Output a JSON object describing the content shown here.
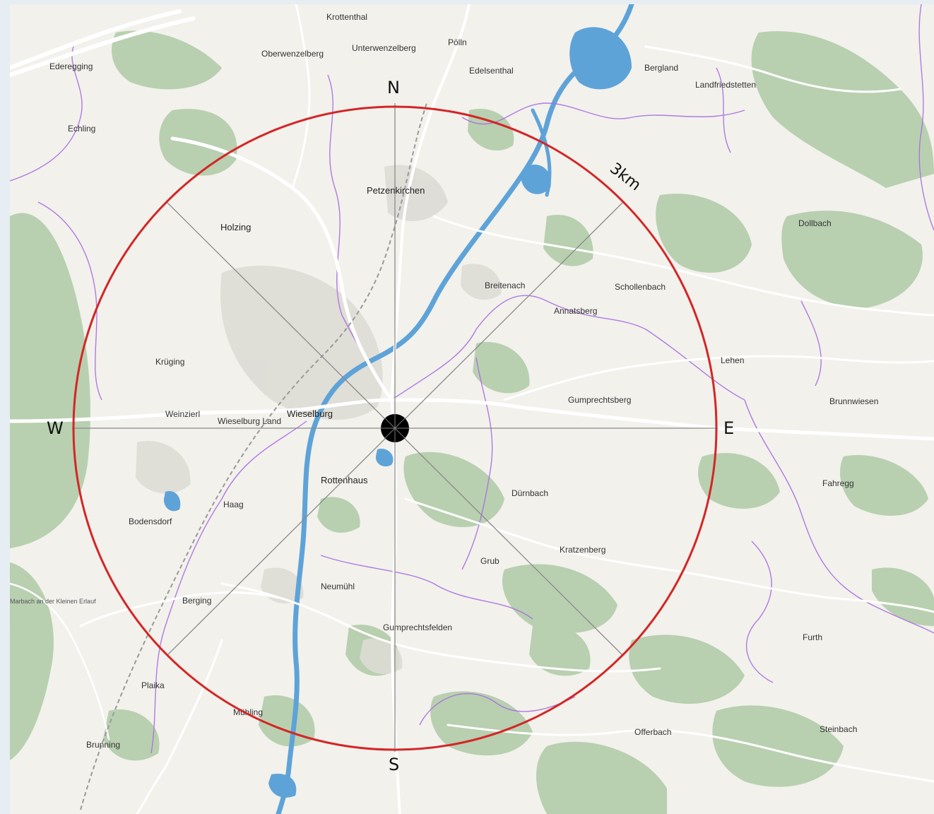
{
  "map": {
    "center_label": "Wieselburg",
    "radius_label": "3km",
    "compass": {
      "north": "N",
      "south": "S",
      "east": "E",
      "west": "W"
    },
    "colors": {
      "ring": "#d42626",
      "land": "#f2f1ec",
      "forest": "#a9c7a3",
      "water": "#5ea3d8",
      "boundary": "#a86ee0",
      "road": "#ffffff",
      "guide": "#8a8a8a"
    },
    "places": [
      {
        "name": "Krottenthal"
      },
      {
        "name": "Pölln"
      },
      {
        "name": "Oberwenzelberg"
      },
      {
        "name": "Unterwenzelberg"
      },
      {
        "name": "Ederegging"
      },
      {
        "name": "Edelsenthal"
      },
      {
        "name": "Bergland"
      },
      {
        "name": "Landfriedstetten"
      },
      {
        "name": "Echling"
      },
      {
        "name": "Petzenkirchen"
      },
      {
        "name": "Holzing"
      },
      {
        "name": "Breitenach"
      },
      {
        "name": "Annatsberg"
      },
      {
        "name": "Schollenbach"
      },
      {
        "name": "Dollbach"
      },
      {
        "name": "Krüging"
      },
      {
        "name": "Weinzierl"
      },
      {
        "name": "Wieselburg Land"
      },
      {
        "name": "Wieselburg"
      },
      {
        "name": "Gumprechtsberg"
      },
      {
        "name": "Lehen"
      },
      {
        "name": "Brunnwiesen"
      },
      {
        "name": "Rottenhaus"
      },
      {
        "name": "Dürnbach"
      },
      {
        "name": "Haag"
      },
      {
        "name": "Bodensdorf"
      },
      {
        "name": "Kratzenberg"
      },
      {
        "name": "Grub"
      },
      {
        "name": "Fahregg"
      },
      {
        "name": "Neumühl"
      },
      {
        "name": "Gumprechtsfelden"
      },
      {
        "name": "Marbach an der Kleinen Erlauf"
      },
      {
        "name": "Berging"
      },
      {
        "name": "Furth"
      },
      {
        "name": "Plaika"
      },
      {
        "name": "Mühling"
      },
      {
        "name": "Offerbach"
      },
      {
        "name": "Brunning"
      },
      {
        "name": "Steinbach"
      }
    ]
  }
}
